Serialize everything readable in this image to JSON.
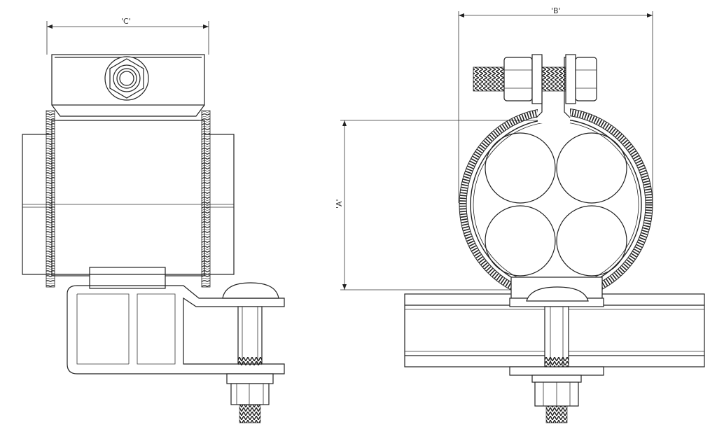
{
  "dimensions": {
    "c_label": "'C'",
    "b_label": "'B'",
    "a_label": "'A'"
  },
  "colors": {
    "line": "#222222",
    "background": "#ffffff"
  }
}
